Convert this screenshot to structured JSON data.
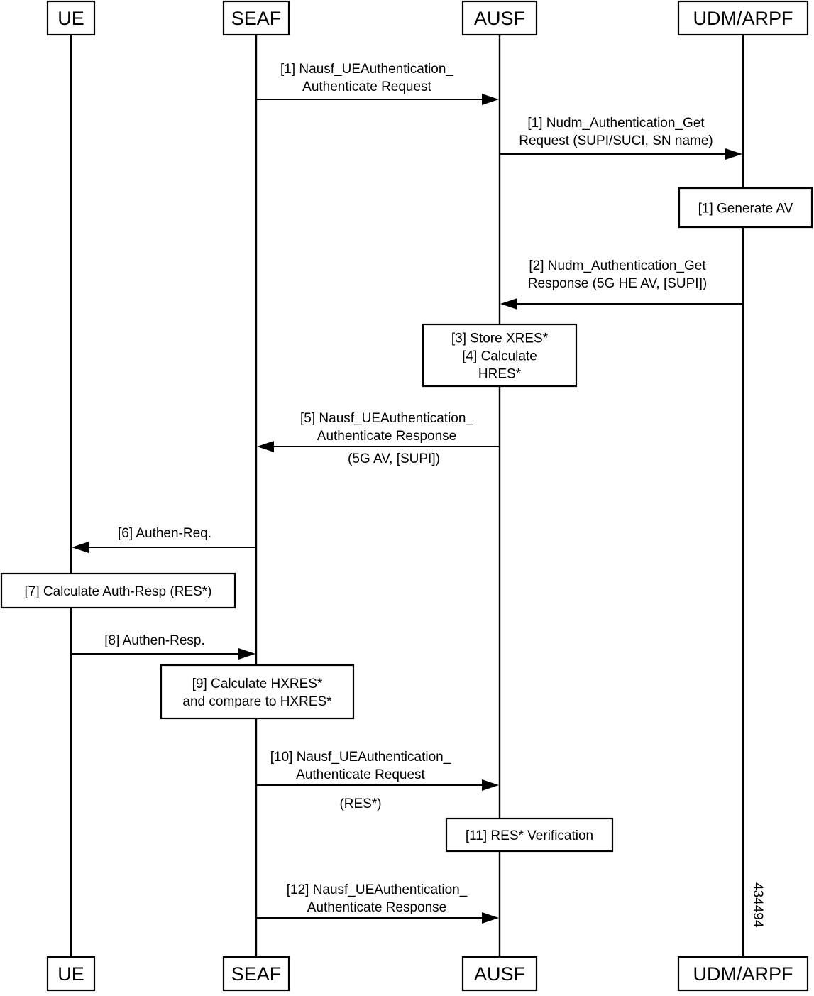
{
  "participants": [
    "UE",
    "SEAF",
    "AUSF",
    "UDM/ARPF"
  ],
  "messages": [
    {
      "id": "m1a",
      "from": "SEAF",
      "to": "AUSF",
      "lines": [
        "[1] Nausf_UEAuthentication_",
        "Authenticate Request"
      ],
      "note": ""
    },
    {
      "id": "m1b",
      "from": "AUSF",
      "to": "UDM/ARPF",
      "lines": [
        "[1] Nudm_Authentication_Get",
        "Request (SUPI/SUCI, SN name)"
      ],
      "note": ""
    },
    {
      "id": "m2",
      "from": "UDM/ARPF",
      "to": "AUSF",
      "lines": [
        "[2] Nudm_Authentication_Get",
        "Response (5G HE AV, [SUPI])"
      ],
      "note": ""
    },
    {
      "id": "m5",
      "from": "AUSF",
      "to": "SEAF",
      "lines": [
        "[5] Nausf_UEAuthentication_",
        "Authenticate Response"
      ],
      "note": "(5G AV, [SUPI])"
    },
    {
      "id": "m6",
      "from": "SEAF",
      "to": "UE",
      "lines": [
        "[6] Authen-Req."
      ],
      "note": ""
    },
    {
      "id": "m8",
      "from": "UE",
      "to": "SEAF",
      "lines": [
        "[8] Authen-Resp."
      ],
      "note": ""
    },
    {
      "id": "m10",
      "from": "SEAF",
      "to": "AUSF",
      "lines": [
        "[10] Nausf_UEAuthentication_",
        "Authenticate Request"
      ],
      "note": "(RES*)"
    },
    {
      "id": "m12",
      "from": "SEAF",
      "to": "AUSF",
      "lines": [
        "[12] Nausf_UEAuthentication_",
        "Authenticate Response"
      ],
      "note": ""
    }
  ],
  "actions": [
    {
      "id": "a1",
      "at": "UDM/ARPF",
      "lines": [
        "[1] Generate AV"
      ]
    },
    {
      "id": "a34",
      "at": "AUSF",
      "lines": [
        "[3] Store XRES*",
        "[4] Calculate",
        "HRES*"
      ]
    },
    {
      "id": "a7",
      "at": "UE",
      "lines": [
        "[7] Calculate Auth-Resp (RES*)"
      ]
    },
    {
      "id": "a9",
      "at": "SEAF",
      "lines": [
        "[9] Calculate HXRES*",
        "and compare to HXRES*"
      ]
    },
    {
      "id": "a11",
      "at": "AUSF",
      "lines": [
        "[11] RES* Verification"
      ]
    }
  ],
  "figure_id": "434494"
}
